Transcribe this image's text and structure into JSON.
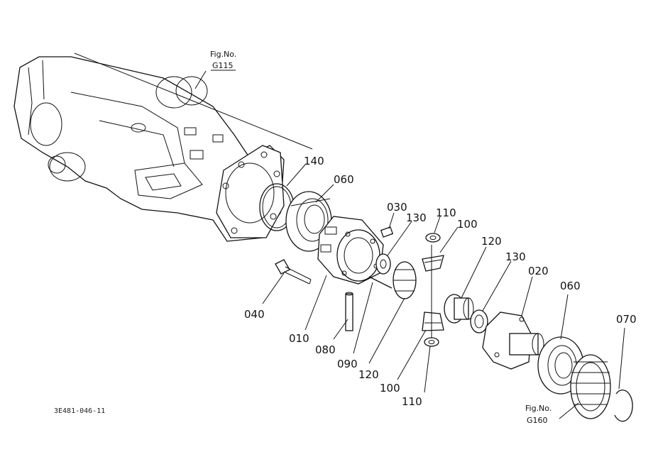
{
  "figure_refs": {
    "top": {
      "line1": "Fig.No.",
      "line2": "G115"
    },
    "bottom": {
      "line1": "Fig.No.",
      "line2": "G160"
    }
  },
  "callouts": {
    "c140": "140",
    "c060a": "060",
    "c030": "030",
    "c130a": "130",
    "c110a": "110",
    "c100a": "100",
    "c120a": "120",
    "c130b": "130",
    "c020": "020",
    "c060b": "060",
    "c070": "070",
    "c040": "040",
    "c010": "010",
    "c080": "080",
    "c090": "090",
    "c120b": "120",
    "c100b": "100",
    "c110b": "110"
  },
  "drawing_code": "3E481-046-11"
}
